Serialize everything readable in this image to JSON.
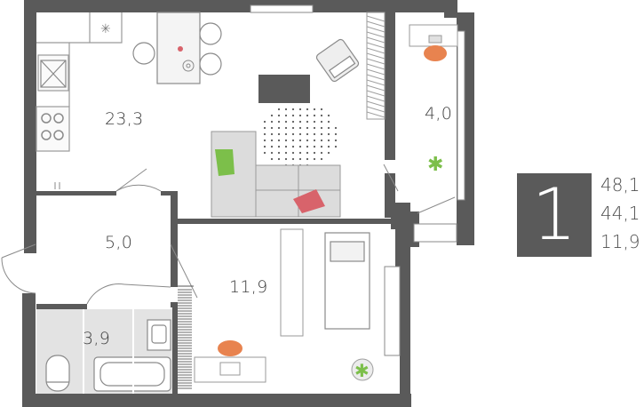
{
  "plan": {
    "rooms": [
      {
        "id": "living-kitchen",
        "area": "23,3"
      },
      {
        "id": "loggia",
        "area": "4,0"
      },
      {
        "id": "hallway",
        "area": "5,0"
      },
      {
        "id": "bedroom",
        "area": "11,9"
      },
      {
        "id": "bathroom",
        "area": "3,9"
      }
    ],
    "colors": {
      "wall": "#5a5a5a",
      "fixture": "#b0b0b0",
      "tile": "#e3e3e3",
      "accent_orange": "#e8834f",
      "accent_green": "#7cbf4a",
      "accent_pink": "#d8636b"
    }
  },
  "summary": {
    "room_count": "1",
    "total_area": "48,1",
    "living_area": "44,1",
    "bedroom_area": "11,9"
  }
}
